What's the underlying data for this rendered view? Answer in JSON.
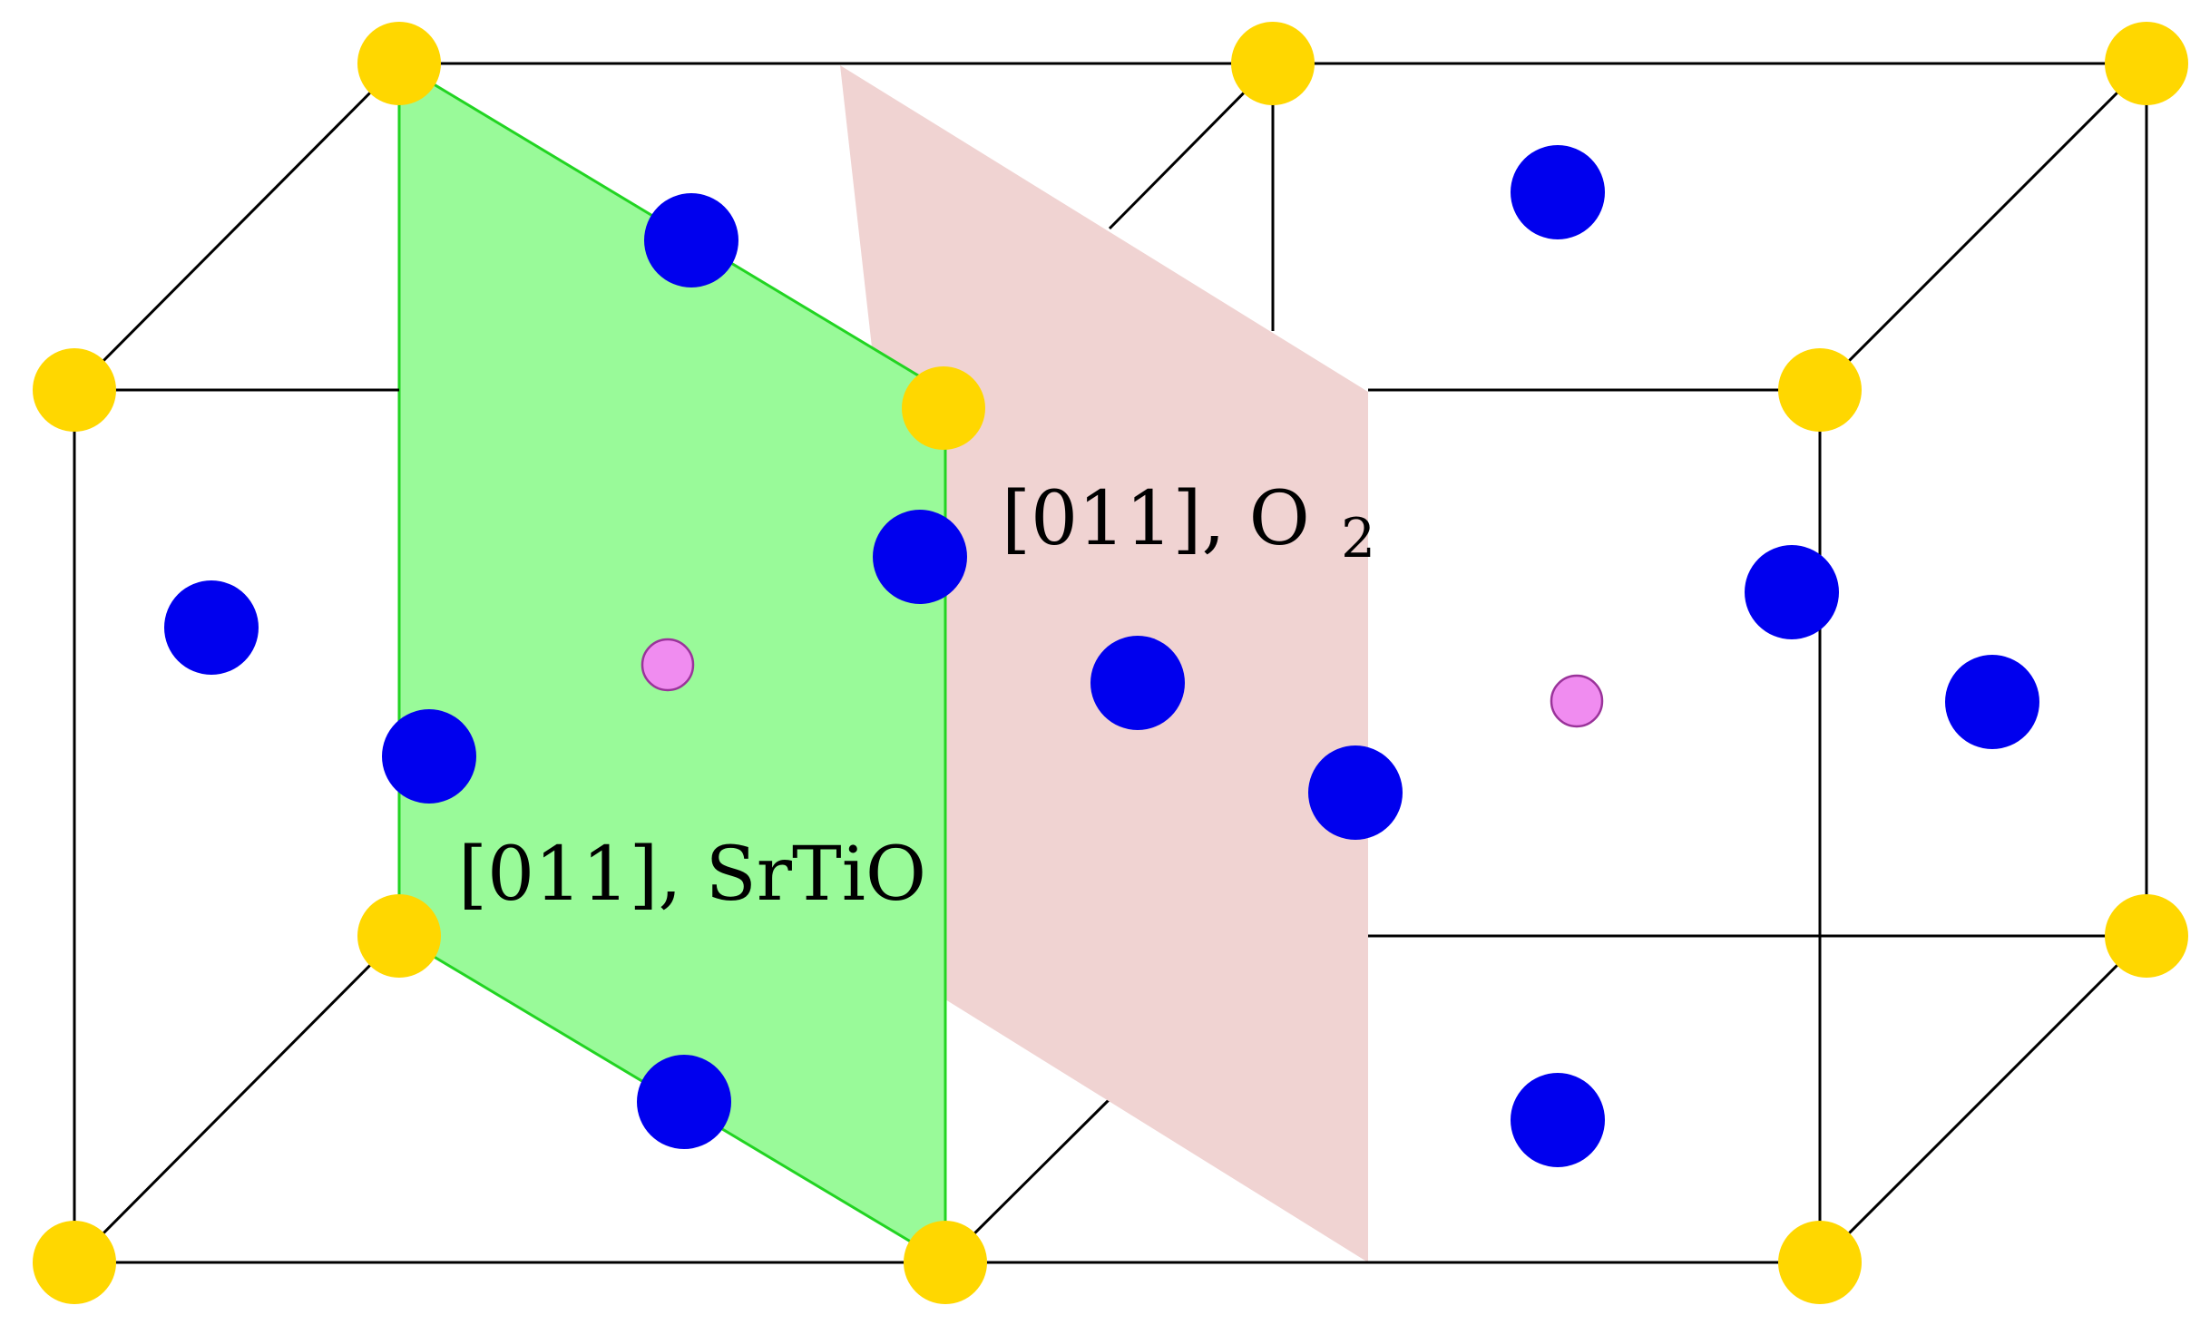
{
  "labels": {
    "plane_srtio": "[011], SrTiO",
    "plane_o2_main": "[011], O",
    "plane_o2_sub": "2"
  },
  "colors": {
    "strontium_atom": "#ffd700",
    "oxygen_atom": "#0000ee",
    "titanium_atom": "#f08cf0",
    "srtio_plane": "#99fa99",
    "o2_plane": "#f0d3d2",
    "cell_edges": "#000000"
  }
}
